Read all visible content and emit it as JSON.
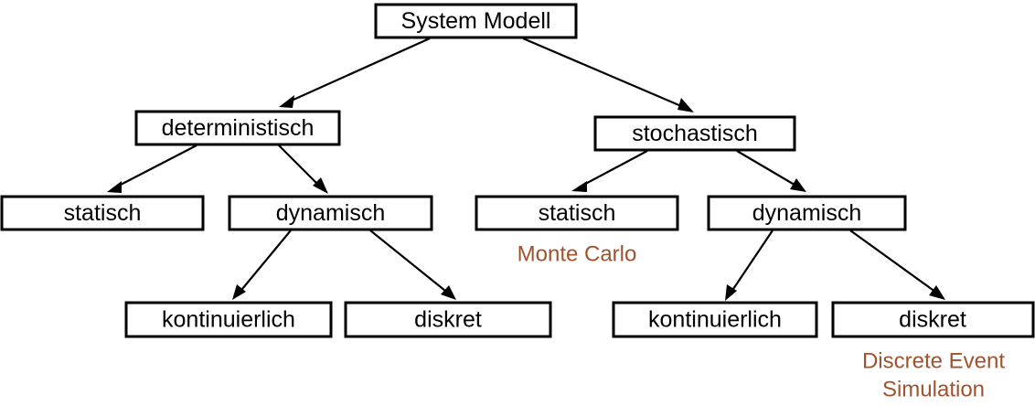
{
  "diagram": {
    "title_node": "System Modell",
    "accent_color": "#A0522D",
    "line_color": "#000000",
    "box_fill": "#FFFFFF",
    "nodes": {
      "root": "System Modell",
      "deterministisch": "deterministisch",
      "stochastisch": "stochastisch",
      "det_statisch": "statisch",
      "det_dynamisch": "dynamisch",
      "sto_statisch": "statisch",
      "sto_dynamisch": "dynamisch",
      "det_kontinuierlich": "kontinuierlich",
      "det_diskret": "diskret",
      "sto_kontinuierlich": "kontinuierlich",
      "sto_diskret": "diskret"
    },
    "annotations": {
      "monte_carlo": "Monte Carlo",
      "discrete_event_line1": "Discrete Event",
      "discrete_event_line2": "Simulation"
    }
  }
}
